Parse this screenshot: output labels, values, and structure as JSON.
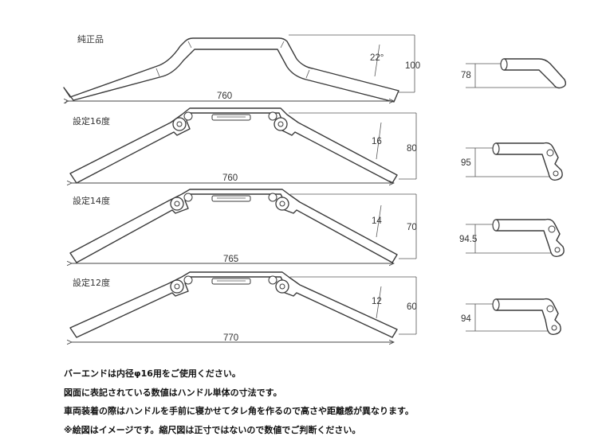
{
  "rows": [
    {
      "label": "純正品",
      "width": "760",
      "height": "100",
      "angle": "22°",
      "side": "78"
    },
    {
      "label": "設定16度",
      "width": "760",
      "height": "80",
      "angle": "16",
      "side": "95"
    },
    {
      "label": "設定14度",
      "width": "765",
      "height": "70",
      "angle": "14",
      "side": "94.5"
    },
    {
      "label": "設定12度",
      "width": "770",
      "height": "60",
      "angle": "12",
      "side": "94"
    }
  ],
  "notes": [
    "バーエンドは内径φ16用をご使用ください。",
    "図面に表記されている数値はハンドル単体の寸法です。",
    "車両装着の際はハンドルを手前に寝かせてタレ角を作るので高さや距離感が異なります。",
    "※絵図はイメージです。縮尺図は正寸ではないので数値でご判断ください。"
  ]
}
